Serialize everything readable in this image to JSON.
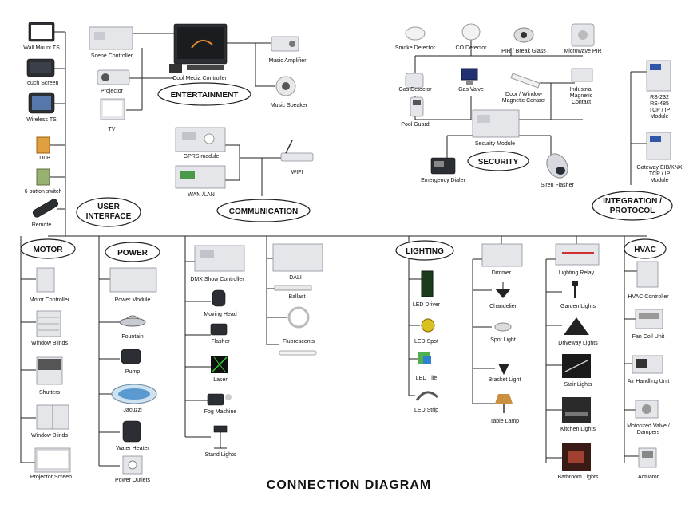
{
  "title": "CONNECTION DIAGRAM",
  "groups": {
    "user_interface": "USER\nINTERFACE",
    "entertainment": "ENTERTAINMENT",
    "communication": "COMMUNICATION",
    "security": "SECURITY",
    "integration": "INTEGRATION /\nPROTOCOL",
    "motor": "MOTOR",
    "power": "POWER",
    "lighting": "LIGHTING",
    "hvac": "HVAC"
  },
  "devices": {
    "wall_mount_ts": "Wall Mount TS",
    "touch_screen": "Touch Screen",
    "wireless_ts": "Wireless TS",
    "dlp": "DLP",
    "six_button": "6 button switch",
    "remote": "Remote",
    "scene_controller": "Scene Controller",
    "projector": "Projector",
    "tv": "TV",
    "cool_media": "Cool Media Controller",
    "music_amp": "Music Amplifier",
    "music_speaker": "Music Speaker",
    "gprs": "GPRS module",
    "wan_lan": "WAN /LAN",
    "wifi": "WIFI",
    "smoke": "Smoke Detector",
    "co": "CO Detector",
    "pir_break": "PIR / Break Glass",
    "microwave_pir": "Microwave PIR",
    "gas_detector": "Gas Detector",
    "gas_valve": "Gas Valve",
    "door_window": "Door / Window\nMagnetic Contact",
    "industrial": "Industrial\nMagnetic\nContact",
    "pool_guard": "Pool Guard",
    "security_module": "Security Module",
    "emergency_dialer": "Emergency Dialer",
    "siren": "Siren Flasher",
    "rs232": "RS-232\nRS-485\nTCP / IP\nModule",
    "gateway": "Gateway EIB/KNX\nTCP / IP\nModule",
    "motor_controller": "Motor Controller",
    "window_blinds_1": "Window Blinds",
    "shutters": "Shutters",
    "window_blinds_2": "Window Blinds",
    "projector_screen": "Projector Screen",
    "power_module": "Power Module",
    "fountain": "Fountain",
    "pump": "Pump",
    "jacuzzi": "Jacuzzi",
    "water_heater": "Water Heater",
    "power_outlets": "Power Outlets",
    "dmx": "DMX Show Controller",
    "moving_head": "Moving Head",
    "flasher": "Flasher",
    "laser": "Laser",
    "fog": "Fog Machine",
    "stand_lights": "Stand Lights",
    "dali": "DALI",
    "ballast": "Ballast",
    "fluorescents": "Fluorescents",
    "led_driver": "LED Driver",
    "led_spot": "LED Spot",
    "led_tile": "LED Tile",
    "led_strip": "LED Strip",
    "dimmer": "Dimmer",
    "chandelier": "Chandelier",
    "spot_light": "Spot Light",
    "bracket_light": "Bracket Light",
    "table_lamp": "Table Lamp",
    "lighting_relay": "Lighting Relay",
    "garden_lights": "Garden Lights",
    "driveway_lights": "Driveway Lights",
    "stair_lights": "Stair Lights",
    "kitchen_lights": "Kitchen Lights",
    "bathroom_lights": "Bathroom Lights",
    "hvac_controller": "HVAC Controller",
    "fan_coil": "Fan Coil Unit",
    "air_handling": "Air Handling Unit",
    "motorized_valve": "Motorized Valve /\nDampers",
    "actuator": "Actuator"
  }
}
